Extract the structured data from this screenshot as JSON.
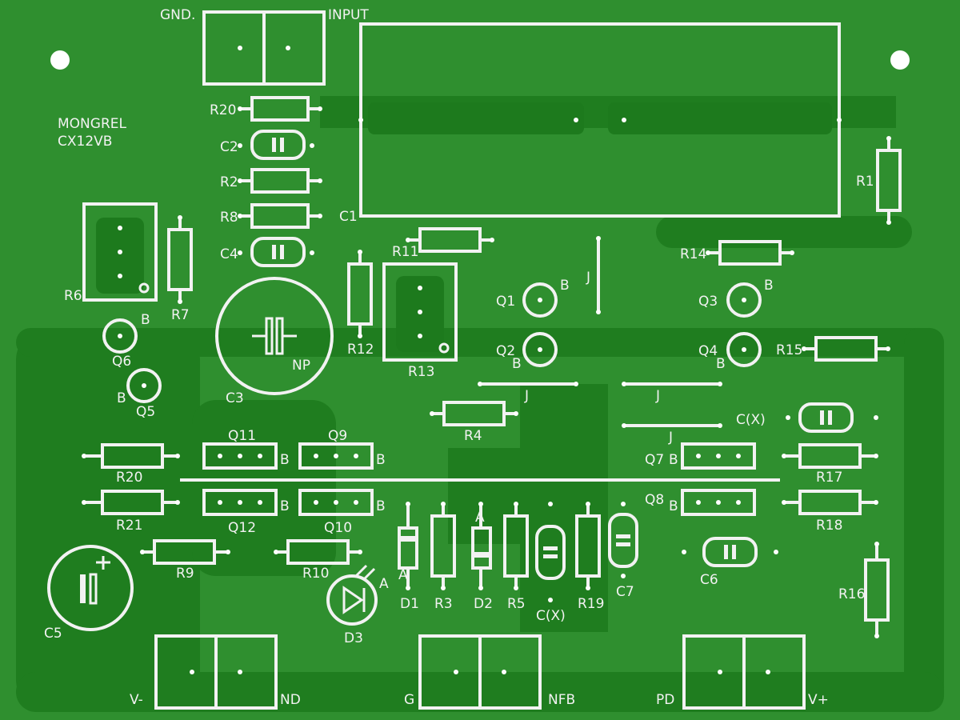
{
  "board": {
    "title_line1": "MONGREL",
    "title_line2": "CX12VB",
    "colors": {
      "board": "#2f8f2f",
      "copper": "#1d7a1d",
      "silk": "#f2f2f2",
      "pad": "#1d7a1d"
    }
  },
  "connectors": {
    "in_gnd": "GND.",
    "in_input": "INPUT",
    "vminus": "V-",
    "nd": "ND",
    "g": "G",
    "nfb": "NFB",
    "pd": "PD",
    "vplus": "V+"
  },
  "labels": {
    "r20_top": "R20",
    "c2": "C2",
    "r2": "R2",
    "r8": "R8",
    "c4": "C4",
    "c1": "C1",
    "r1": "R1",
    "r6": "R6",
    "r7": "R7",
    "r11": "R11",
    "r12": "R12",
    "r13": "R13",
    "q6": "Q6",
    "q5": "Q5",
    "c3": "C3",
    "np": "NP",
    "q1": "Q1",
    "q2": "Q2",
    "q3": "Q3",
    "q4": "Q4",
    "r14": "R14",
    "r15": "R15",
    "r4": "R4",
    "j1": "J",
    "j2": "J",
    "j3": "J",
    "j4": "J",
    "cx_top": "C(X)",
    "q7": "Q7",
    "q8": "Q8",
    "r17": "R17",
    "r18": "R18",
    "q11": "Q11",
    "q9": "Q9",
    "q12": "Q12",
    "q10": "Q10",
    "r20_left": "R20",
    "r21": "R21",
    "r9": "R9",
    "r10": "R10",
    "d1": "D1",
    "r3": "R3",
    "d2": "D2",
    "r5": "R5",
    "cx_bottom": "C(X)",
    "r19": "R19",
    "c7": "C7",
    "c6": "C6",
    "r16": "R16",
    "c5": "C5",
    "d3": "D3",
    "b": "B",
    "a": "A"
  }
}
